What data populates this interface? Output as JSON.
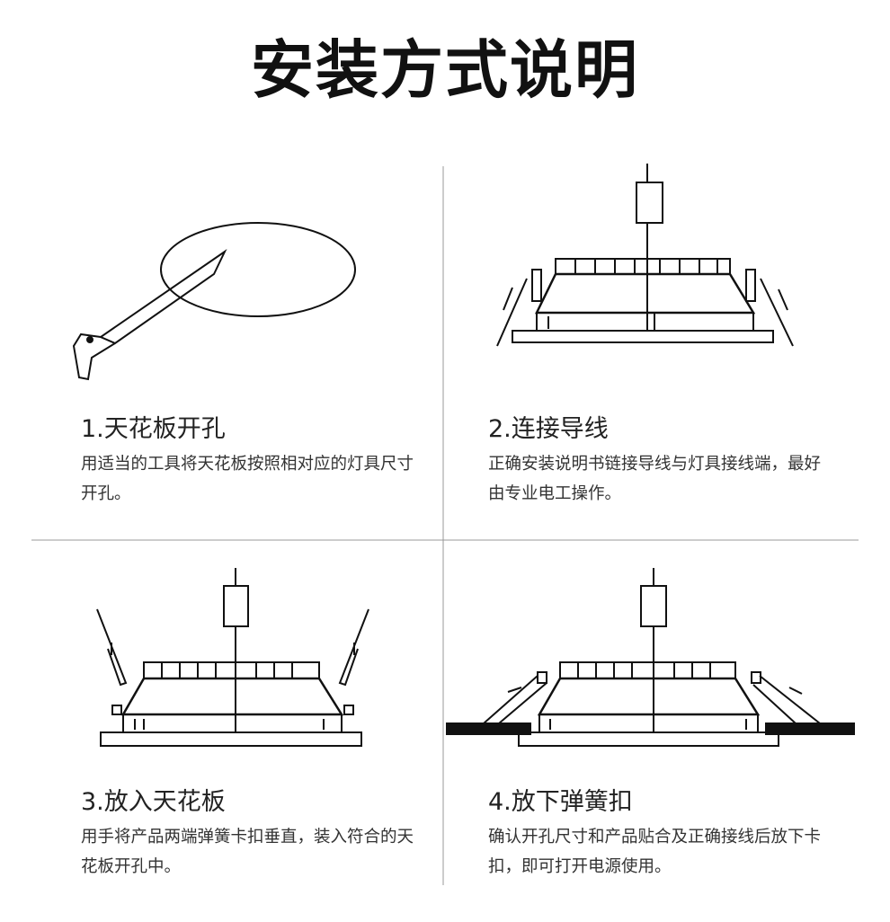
{
  "title": "安装方式说明",
  "steps": [
    {
      "title": "1.天花板开孔",
      "desc": "用适当的工具将天花板按照相对应的灯具尺寸开孔。"
    },
    {
      "title": "2.连接导线",
      "desc": "正确安装说明书链接导线与灯具接线端，最好由专业电工操作。"
    },
    {
      "title": "3.放入天花板",
      "desc": "用手将产品两端弹簧卡扣垂直，装入符合的天花板开孔中。"
    },
    {
      "title": "4.放下弹簧扣",
      "desc": "确认开孔尺寸和产品贴合及正确接线后放下卡扣，即可打开电源使用。"
    }
  ]
}
